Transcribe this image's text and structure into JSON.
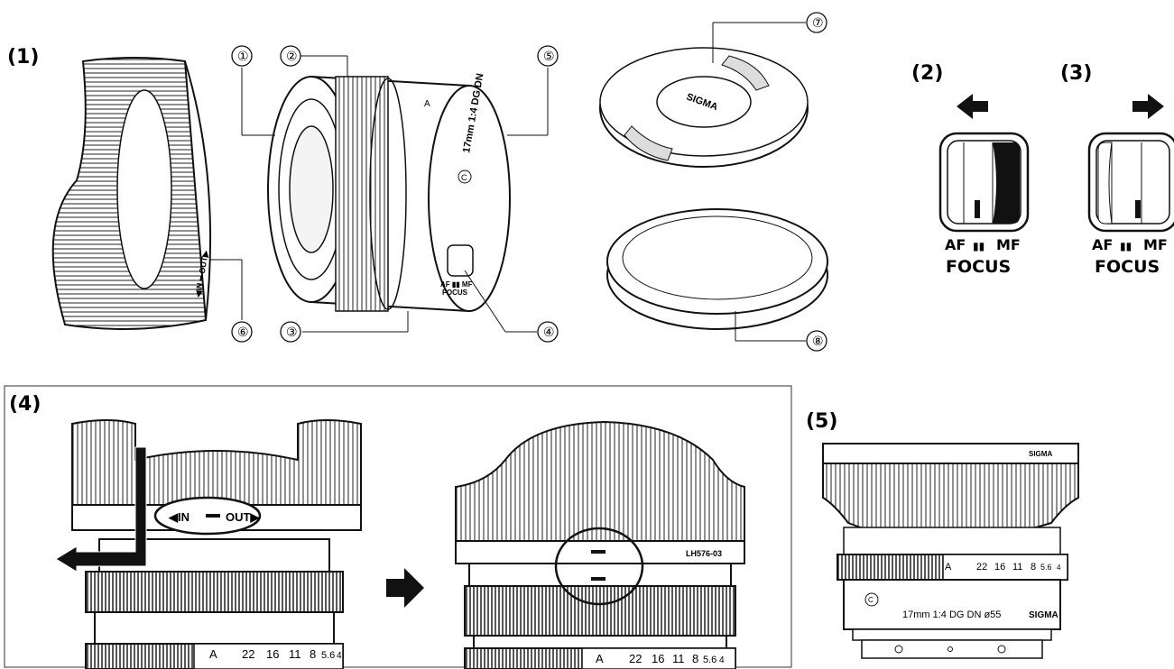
{
  "sections": {
    "s1": "(1)",
    "s2": "(2)",
    "s3": "(3)",
    "s4": "(4)",
    "s5": "(5)"
  },
  "callouts": [
    "①",
    "②",
    "③",
    "④",
    "⑤",
    "⑥",
    "⑦",
    "⑧"
  ],
  "lens": {
    "model": "17mm 1:4 DG DN",
    "model_full": "17mm 1:4 DG DN ø55",
    "contemporary": "C",
    "brand": "SIGMA",
    "aperture_a": "A",
    "aperture_ticks": [
      "22",
      "16",
      "11",
      "8",
      "5.6",
      "4"
    ],
    "switch_top": "AF ▮▮ MF",
    "switch_bottom": "FOCUS"
  },
  "hood": {
    "in_label": "◀IN",
    "out_label": "OUT▶",
    "in_out": "◀IN ━ OUT▶",
    "model": "LH576-03",
    "top_text": "SIGMA"
  },
  "focus_switch": {
    "af": "AF",
    "mf": "MF",
    "marks": "▮▮",
    "title": "FOCUS"
  },
  "cap_brand": "SIGMA",
  "colors": {
    "line": "#111111",
    "fill": "#ffffff",
    "panel_border": "#333333"
  }
}
